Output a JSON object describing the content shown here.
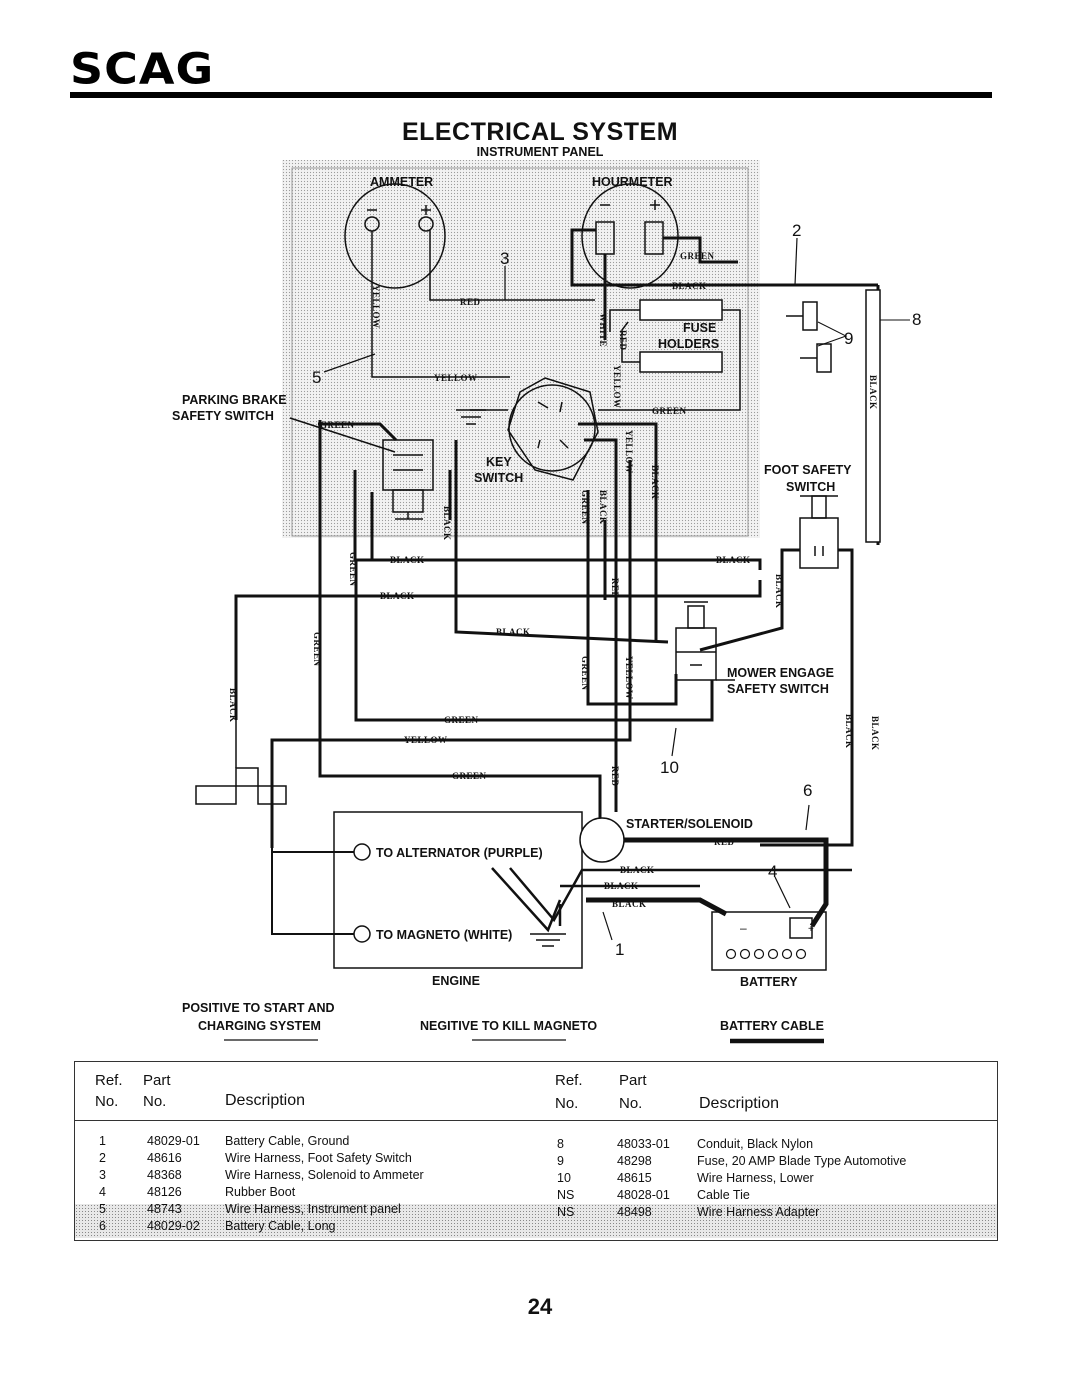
{
  "brand": "SCAG",
  "title": "ELECTRICAL SYSTEM",
  "panel_label": "INSTRUMENT PANEL",
  "labels": {
    "ammeter": "AMMETER",
    "hourmeter": "HOURMETER",
    "fuse": "FUSE",
    "holders": "HOLDERS",
    "parking1": "PARKING BRAKE",
    "parking2": "SAFETY SWITCH",
    "key": "KEY",
    "switch": "SWITCH",
    "foot1": "FOOT SAFETY",
    "foot2": "SWITCH",
    "mower1": "MOWER ENGAGE",
    "mower2": "SAFETY SWITCH",
    "starter": "STARTER/SOLENOID",
    "alternator": "TO ALTERNATOR (PURPLE)",
    "magneto": "TO MAGNETO (WHITE)",
    "engine": "ENGINE",
    "battery": "BATTERY",
    "legend_pos1": "POSITIVE TO START AND",
    "legend_pos2": "CHARGING SYSTEM",
    "legend_neg": "NEGITIVE TO KILL MAGNETO",
    "legend_bat": "BATTERY CABLE"
  },
  "callouts": [
    "1",
    "2",
    "3",
    "4",
    "5",
    "6",
    "8",
    "9",
    "10"
  ],
  "wire_tags": {
    "green": "GREEN",
    "black": "BLACK",
    "red": "RED",
    "yellow": "YELLOW",
    "white": "WHITE"
  },
  "parts_table": {
    "headers": {
      "ref": "Ref.",
      "part": "Part",
      "no": "No.",
      "desc": "Description"
    },
    "left": [
      {
        "ref": "1",
        "part": "48029-01",
        "desc": "Battery Cable, Ground"
      },
      {
        "ref": "2",
        "part": "48616",
        "desc": "Wire Harness, Foot Safety Switch"
      },
      {
        "ref": "3",
        "part": "48368",
        "desc": "Wire Harness, Solenoid to Ammeter"
      },
      {
        "ref": "4",
        "part": "48126",
        "desc": "Rubber Boot"
      },
      {
        "ref": "5",
        "part": "48743",
        "desc": "Wire Harness, Instrument panel"
      },
      {
        "ref": "6",
        "part": "48029-02",
        "desc": "Battery Cable, Long"
      }
    ],
    "right": [
      {
        "ref": "8",
        "part": "48033-01",
        "desc": "Conduit, Black Nylon"
      },
      {
        "ref": "9",
        "part": "48298",
        "desc": "Fuse, 20 AMP Blade Type Automotive"
      },
      {
        "ref": "10",
        "part": "48615",
        "desc": "Wire Harness, Lower"
      },
      {
        "ref": "NS",
        "part": "48028-01",
        "desc": "Cable Tie"
      },
      {
        "ref": "NS",
        "part": "48498",
        "desc": "Wire Harness Adapter"
      }
    ]
  },
  "page_number": "24"
}
